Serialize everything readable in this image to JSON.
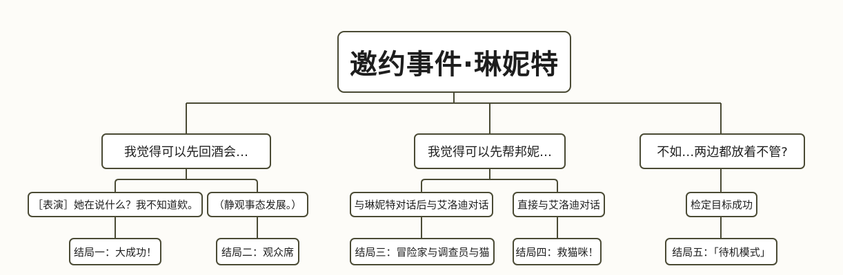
{
  "diagram": {
    "root": "邀约事件·琳妮特",
    "choices": [
      "我觉得可以先回酒会…",
      "我觉得可以先帮邦妮…",
      "不如…两边都放着不管?"
    ],
    "branches": [
      "［表演］她在说什么？我不知道欸。",
      "（静观事态发展。）",
      "与琳妮特对话后与艾洛迪对话",
      "直接与艾洛迪对话",
      "检定目标成功"
    ],
    "endings": [
      "结局一：大成功！",
      "结局二：观众席",
      "结局三：冒险家与调查员与猫",
      "结局四：救猫咪！",
      "结局五：「待机模式」"
    ]
  }
}
